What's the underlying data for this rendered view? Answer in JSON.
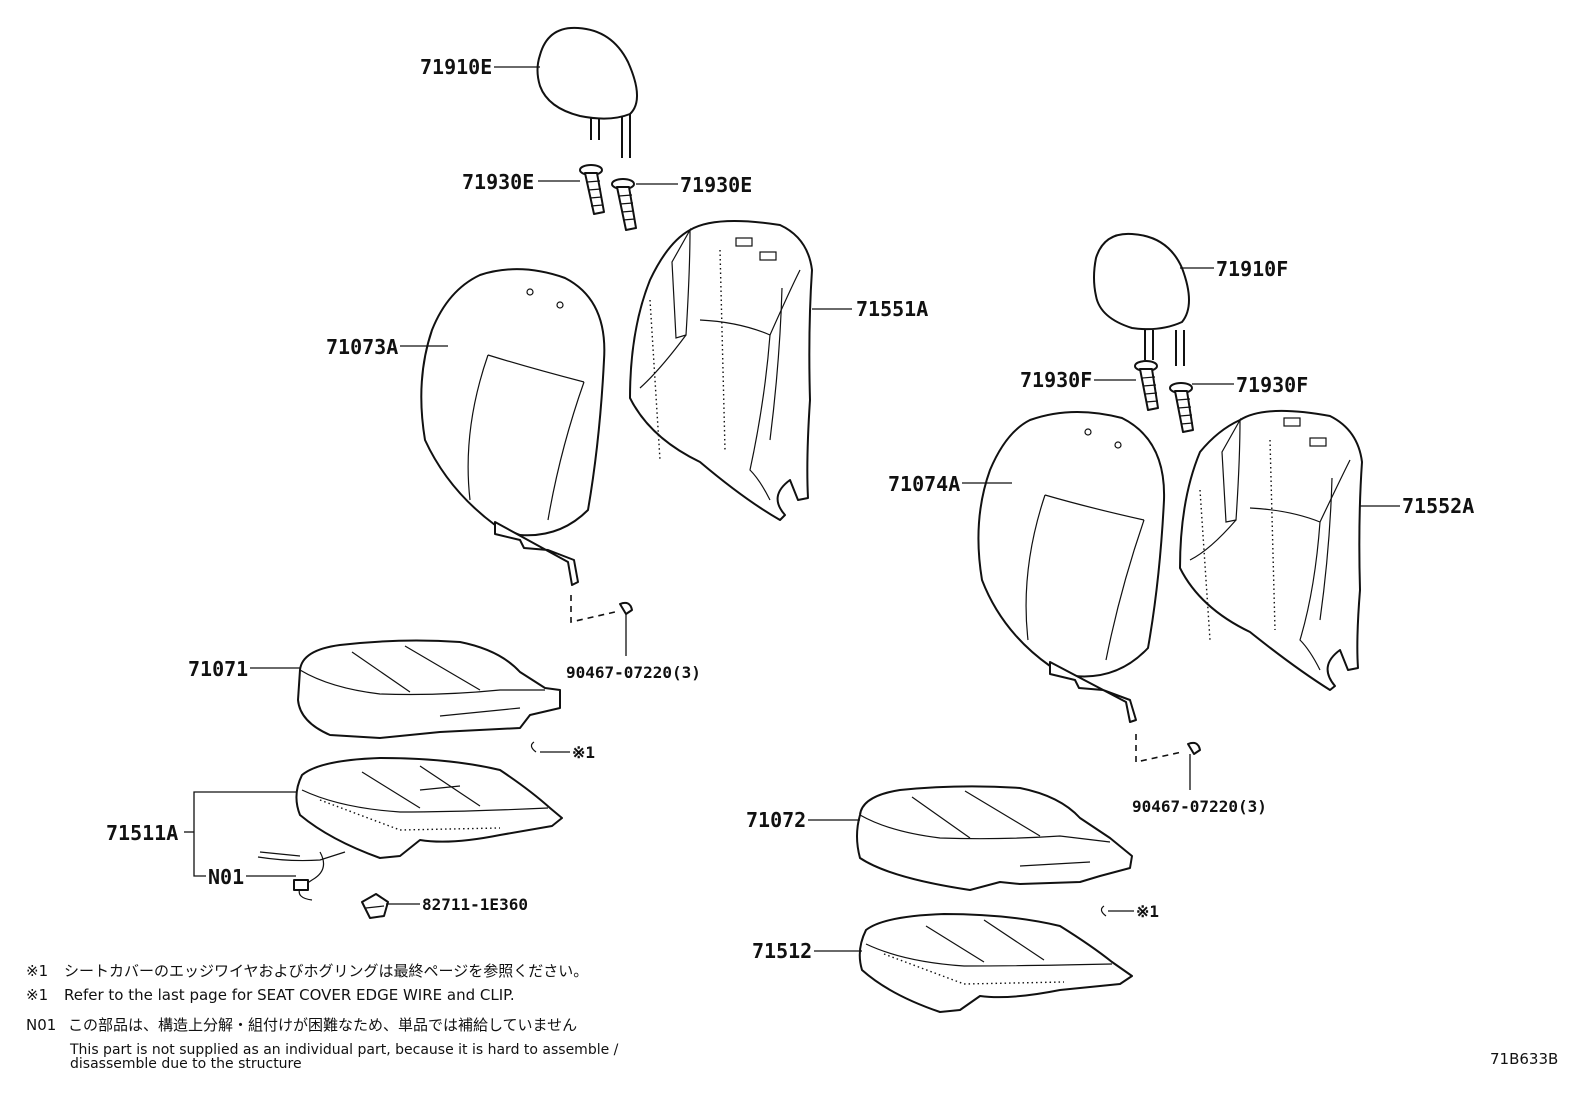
{
  "callouts": {
    "c71910E": "71910E",
    "c71930E_l": "71930E",
    "c71930E_r": "71930E",
    "c71551A": "71551A",
    "c71073A": "71073A",
    "c71910F": "71910F",
    "c71930F_l": "71930F",
    "c71930F_r": "71930F",
    "c71074A": "71074A",
    "c71552A": "71552A",
    "c71071": "71071",
    "c90467_l": "90467-07220(3)",
    "c90467_r": "90467-07220(3)",
    "ref_l": "※1",
    "ref_r": "※1",
    "c71511A": "71511A",
    "cN01": "N01",
    "c82711": "82711-1E360",
    "c71072": "71072",
    "c71512": "71512"
  },
  "notes": {
    "n1_mark": "※1",
    "n1_jp": "シートカバーのエッジワイヤおよびホグリングは最終ページを参照ください。",
    "n2_mark": "※1",
    "n2_en": "Refer to the last page for SEAT COVER EDGE WIRE and CLIP.",
    "n3_mark": "N01",
    "n3_jp": "この部品は、構造上分解・組付けが困難なため、単品では補給していません",
    "n3_en1": "This part is not supplied as an individual part, because it is hard to assemble /",
    "n3_en2": "disassemble due to the structure"
  },
  "diagram_id": "71B633B"
}
